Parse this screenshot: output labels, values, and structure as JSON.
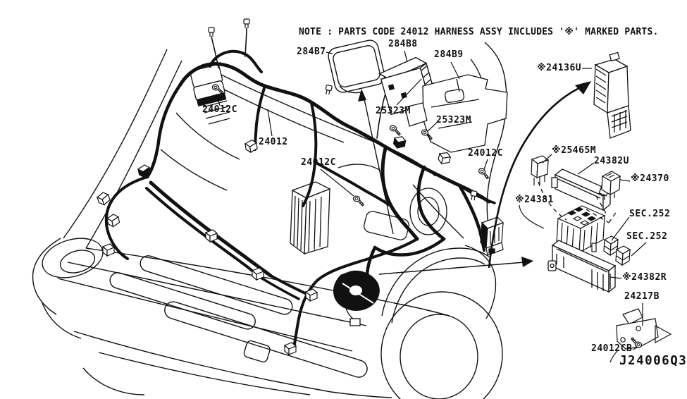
{
  "note": {
    "text": "NOTE : PARTS CODE 24012 HARNESS ASSY INCLUDES '※' MARKED PARTS."
  },
  "diagram_id": {
    "text": "J24006Q3"
  },
  "colors": {
    "ink": "#111111",
    "background": "#ffffff"
  },
  "labels": [
    {
      "part": "284B7",
      "text": "284B7"
    },
    {
      "part": "284B8",
      "text": "284B8"
    },
    {
      "part": "284B9",
      "text": "284B9"
    },
    {
      "part": "24012C",
      "text": "24012C"
    },
    {
      "part": "25323M",
      "text": "25323M"
    },
    {
      "part": "25323M",
      "text": "25323M"
    },
    {
      "part": "24012",
      "text": "24012"
    },
    {
      "part": "24012C",
      "text": "24012C"
    },
    {
      "part": "24012C",
      "text": "24012C"
    },
    {
      "part": "24136U",
      "text": "※24136U"
    },
    {
      "part": "25465M",
      "text": "※25465M"
    },
    {
      "part": "24382U",
      "text": "24382U"
    },
    {
      "part": "24370",
      "text": "※24370"
    },
    {
      "part": "24381",
      "text": "※24381"
    },
    {
      "part": "SEC.252",
      "text": "SEC.252"
    },
    {
      "part": "SEC.252",
      "text": "SEC.252"
    },
    {
      "part": "24382R",
      "text": "※24382R"
    },
    {
      "part": "24217B",
      "text": "24217B"
    },
    {
      "part": "24012CB",
      "text": "24012CB"
    }
  ]
}
